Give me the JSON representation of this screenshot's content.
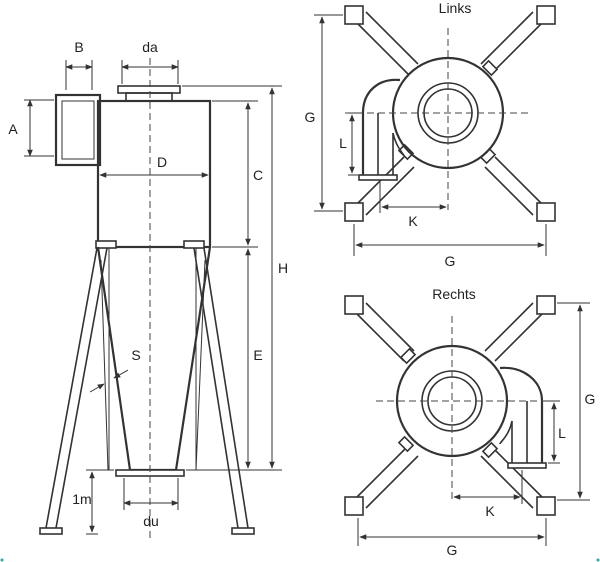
{
  "side_view": {
    "labels": {
      "A": "A",
      "B": "B",
      "da": "da",
      "D": "D",
      "C": "C",
      "H": "H",
      "E": "E",
      "S": "S",
      "one_m": "1m",
      "du": "du"
    }
  },
  "top_view_left": {
    "title": "Links",
    "labels": {
      "G_vertical": "G",
      "G_horizontal": "G",
      "L": "L",
      "K": "K"
    }
  },
  "top_view_right": {
    "title": "Rechts",
    "labels": {
      "G_vertical": "G",
      "G_horizontal": "G",
      "L": "L",
      "K": "K"
    }
  },
  "colors": {
    "line": "#333333",
    "accent": "#2aa7a7",
    "background": "#ffffff"
  }
}
